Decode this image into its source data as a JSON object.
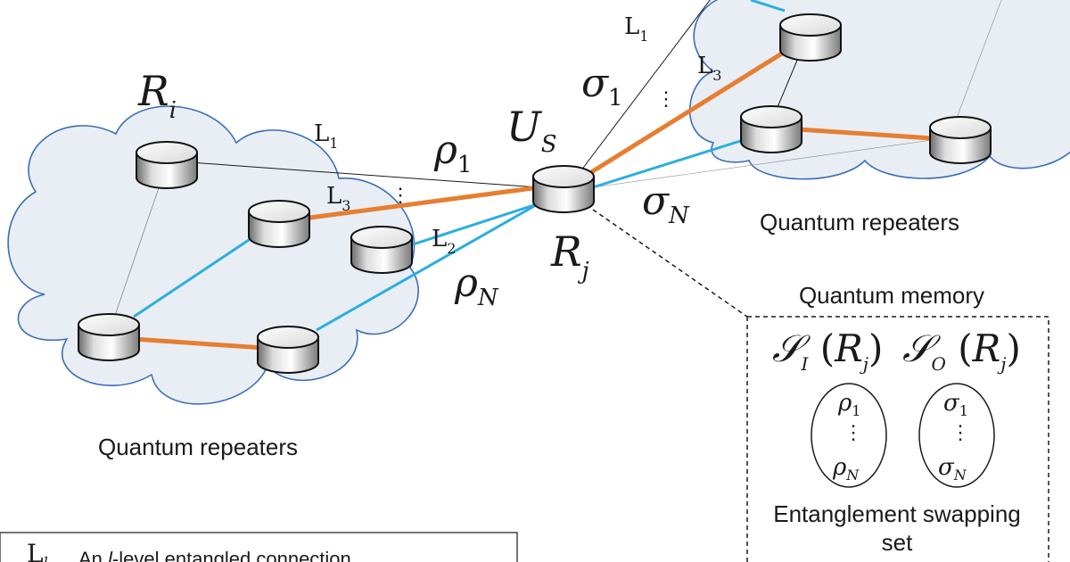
{
  "diagram": {
    "left_cloud_caption": "Quantum repeaters",
    "right_cloud_caption": "Quantum repeaters",
    "memory_title": "Quantum memory",
    "swapping_caption_line1": "Entanglement swapping",
    "swapping_caption_line2": "set",
    "nodes": {
      "ri": {
        "letter": "R",
        "sub": "i"
      },
      "us": {
        "letter": "U",
        "sub": "S"
      },
      "rj": {
        "letter": "R",
        "sub": "j"
      }
    },
    "link_labels": {
      "left_l1": {
        "base": "L",
        "sub": "1"
      },
      "left_l3": {
        "base": "L",
        "sub": "3"
      },
      "left_l2": {
        "base": "L",
        "sub": "2"
      },
      "right_l1": {
        "base": "L",
        "sub": "1"
      },
      "right_l3": {
        "base": "L",
        "sub": "3"
      },
      "rho1": {
        "base": "ρ",
        "sub": "1"
      },
      "rhoN": {
        "base": "ρ",
        "sub": "N"
      },
      "sigma1": {
        "base": "σ",
        "sub": "1"
      },
      "sigmaN": {
        "base": "σ",
        "sub": "N"
      },
      "dots": "⋮"
    },
    "sets": {
      "in_name": "𝒮",
      "in_sub": "I",
      "out_name": "𝒮",
      "out_sub": "O",
      "arg_letter": "R",
      "arg_sub": "j",
      "in_top": {
        "base": "ρ",
        "sub": "1"
      },
      "in_bottom": {
        "base": "ρ",
        "sub": "N"
      },
      "out_top": {
        "base": "σ",
        "sub": "1"
      },
      "out_bottom": {
        "base": "σ",
        "sub": "N"
      }
    },
    "legend": {
      "symbol": "L",
      "symbol_sub": "l",
      "text_prefix": "An ",
      "text_italic": "l",
      "text_suffix": "-level entangled connection"
    },
    "colors": {
      "cloud_fill": "#e9eef5",
      "cloud_stroke": "#3a6fb7",
      "orange_link": "#e67e32",
      "blue_link": "#2aaee0",
      "thin_link": "#1a1a1a"
    }
  }
}
